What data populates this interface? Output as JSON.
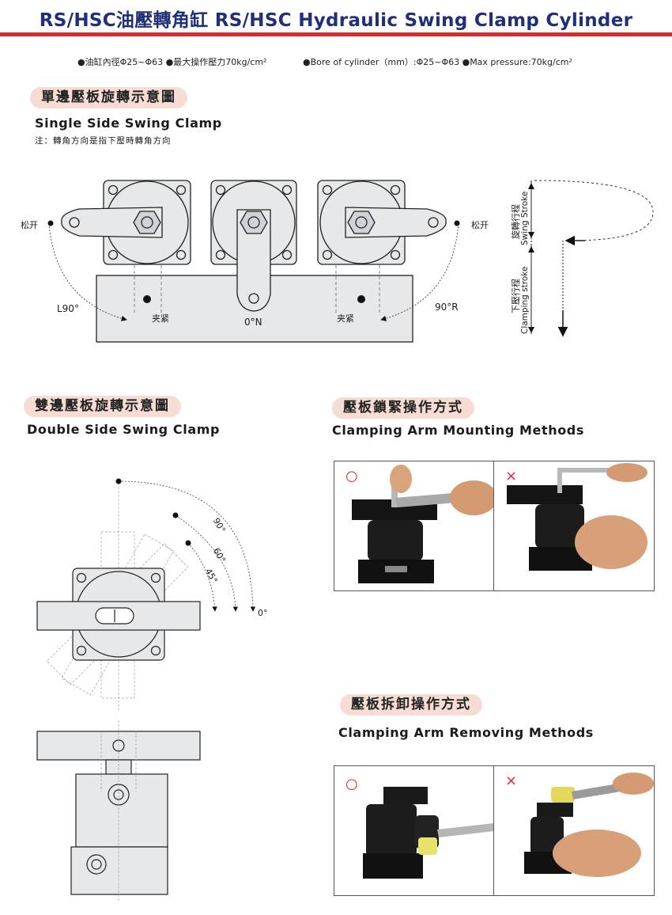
{
  "header": {
    "title": "RS/HSC油壓轉角缸 RS/HSC Hydraulic Swing Clamp Cylinder",
    "spec_cn": "●油缸內徑Φ25~Φ63 ●最大操作壓力70kg/cm²",
    "spec_en": "●Bore of cylinder（mm）:Φ25~Φ63 ●Max pressure:70kg/cm²"
  },
  "single": {
    "heading_cn": "單邊壓板旋轉示意圖",
    "heading_en": "Single Side Swing Clamp",
    "note": "注：轉角方向是指下壓時轉角方向",
    "release_left": "松开",
    "release_right": "松开",
    "clamp_left": "夹紧",
    "clamp_right": "夹紧",
    "angle_left": "L90°",
    "angle_center": "0°N",
    "angle_right": "90°R",
    "swing_stroke_cn": "旋轉行程",
    "swing_stroke_en": "Swing Stroke",
    "clamping_stroke_cn": "下壓行程",
    "clamping_stroke_en": "Clamping stroke"
  },
  "double": {
    "heading_cn": "雙邊壓板旋轉示意圖",
    "heading_en": "Double Side Swing Clamp",
    "angle_90": "90°",
    "angle_60": "60°",
    "angle_45": "45°",
    "angle_0": "0°"
  },
  "mounting": {
    "heading_cn": "壓板鎖緊操作方式",
    "heading_en": "Clamping Arm Mounting Methods",
    "correct_mark": "○",
    "wrong_mark": "×"
  },
  "removing": {
    "heading_cn": "壓板拆卸操作方式",
    "heading_en": "Clamping Arm Removing Methods",
    "correct_mark": "○",
    "wrong_mark": "×"
  },
  "colors": {
    "title_blue": "#1f2f7a",
    "accent_red": "#e3262c",
    "pill_bg": "#f6dcd3",
    "drawing_fill": "#e6e8ea"
  }
}
